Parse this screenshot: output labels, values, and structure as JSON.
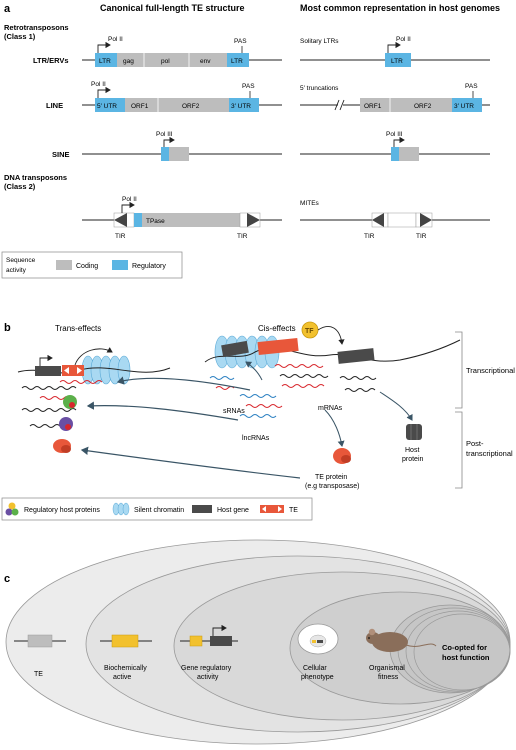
{
  "panel_a": {
    "letter": "a",
    "col_left_title": "Canonical full-length TE structure",
    "col_right_title": "Most common representation in host genomes",
    "class1_line1": "Retrotransposons",
    "class1_line2": "(Class 1)",
    "class2_line1": "DNA transposons",
    "class2_line2": "(Class 2)",
    "rows": {
      "ltr_label": "LTR/ERVs",
      "line_label": "LINE",
      "sine_label": "SINE"
    },
    "ltr": {
      "pol": "Pol II",
      "pas": "PAS",
      "seg1": "LTR",
      "seg2": "gag",
      "seg3": "pol",
      "seg4": "env",
      "seg5": "LTR"
    },
    "solitary": {
      "label": "Solitary LTRs",
      "pol": "Pol II",
      "seg": "LTR"
    },
    "line": {
      "pol": "Pol II",
      "pas": "PAS",
      "seg1": "5′ UTR",
      "seg2": "ORF1",
      "seg3": "ORF2",
      "seg4": "3′ UTR"
    },
    "trunc": {
      "label": "5′ truncations",
      "pas": "PAS",
      "seg1": "ORF1",
      "seg2": "ORF2",
      "seg3": "3′ UTR"
    },
    "sine": {
      "pol": "Pol III"
    },
    "sine_right": {
      "pol": "Pol III"
    },
    "dna": {
      "pol": "Pol II",
      "tpase": "TPase",
      "tir_left": "TIR",
      "tir_right": "TIR"
    },
    "mite": {
      "label": "MITEs",
      "tir_left": "TIR",
      "tir_right": "TIR"
    },
    "legend": {
      "line1": "Sequence",
      "line2": "activity",
      "coding": "Coding",
      "regulatory": "Regulatory"
    }
  },
  "panel_b": {
    "letter": "b",
    "trans_title": "Trans-effects",
    "cis_title": "Cis-effects",
    "tf": "TF",
    "srnas": "sRNAs",
    "mrnas": "mRNAs",
    "lncrnas": "lncRNAs",
    "te_protein_1": "TE protein",
    "te_protein_2": "(e.g transposase)",
    "host_protein_1": "Host",
    "host_protein_2": "protein",
    "level_transcriptional": "Transcriptional",
    "level_post_1": "Post-",
    "level_post_2": "transcriptional",
    "legend": {
      "reg_proteins": "Regulatory host proteins",
      "silent_chromatin": "Silent chromatin",
      "host_gene": "Host gene",
      "te": "TE"
    }
  },
  "panel_c": {
    "letter": "c",
    "levels": [
      {
        "label_1": "TE",
        "label_2": ""
      },
      {
        "label_1": "Biochemically",
        "label_2": "active"
      },
      {
        "label_1": "Gene regulatory",
        "label_2": "activity"
      },
      {
        "label_1": "Cellular",
        "label_2": "phenotype"
      },
      {
        "label_1": "Organismal",
        "label_2": "fitness"
      }
    ],
    "coopted_1": "Co-opted for",
    "coopted_2": "host function"
  },
  "colors": {
    "coding": "#bdbdbd",
    "regulatory": "#5bb5e3",
    "chromatin": "#a9d9f2",
    "host_gene": "#4a4a4a",
    "te_red": "#e8573a",
    "rna_red": "#d8262c",
    "rna_blue": "#2a7fc1",
    "yellow": "#f2c12e"
  }
}
